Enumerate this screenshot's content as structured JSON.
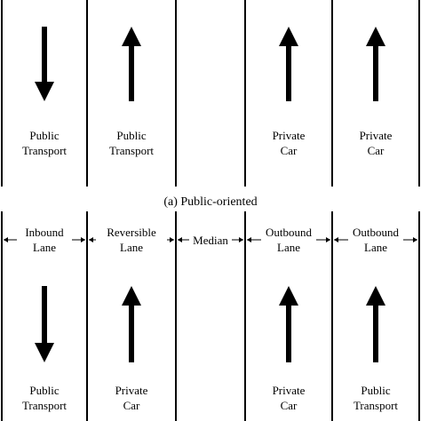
{
  "caption_top": "(a) Public-oriented",
  "top_panel": {
    "lanes": [
      {
        "lines": [
          "Public",
          "Transport"
        ],
        "arrow": "down"
      },
      {
        "lines": [
          "Public",
          "Transport"
        ],
        "arrow": "up"
      },
      {
        "lines": [],
        "arrow": "none"
      },
      {
        "lines": [
          "Private",
          "Car"
        ],
        "arrow": "up"
      },
      {
        "lines": [
          "Private",
          "Car"
        ],
        "arrow": "up"
      }
    ]
  },
  "bottom_panel": {
    "headers": [
      {
        "lines": [
          "Inbound",
          "Lane"
        ]
      },
      {
        "lines": [
          "Reversible",
          "Lane"
        ]
      },
      {
        "lines": [
          "Median"
        ]
      },
      {
        "lines": [
          "Outbound",
          "Lane"
        ]
      },
      {
        "lines": [
          "Outbound",
          "Lane"
        ]
      }
    ],
    "lanes": [
      {
        "lines": [
          "Public",
          "Transport"
        ],
        "arrow": "down"
      },
      {
        "lines": [
          "Private",
          "Car"
        ],
        "arrow": "up"
      },
      {
        "lines": [],
        "arrow": "none"
      },
      {
        "lines": [
          "Private",
          "Car"
        ],
        "arrow": "up"
      },
      {
        "lines": [
          "Public",
          "Transport"
        ],
        "arrow": "up"
      }
    ]
  },
  "colors": {
    "ink": "#000000",
    "background": "#ffffff"
  }
}
